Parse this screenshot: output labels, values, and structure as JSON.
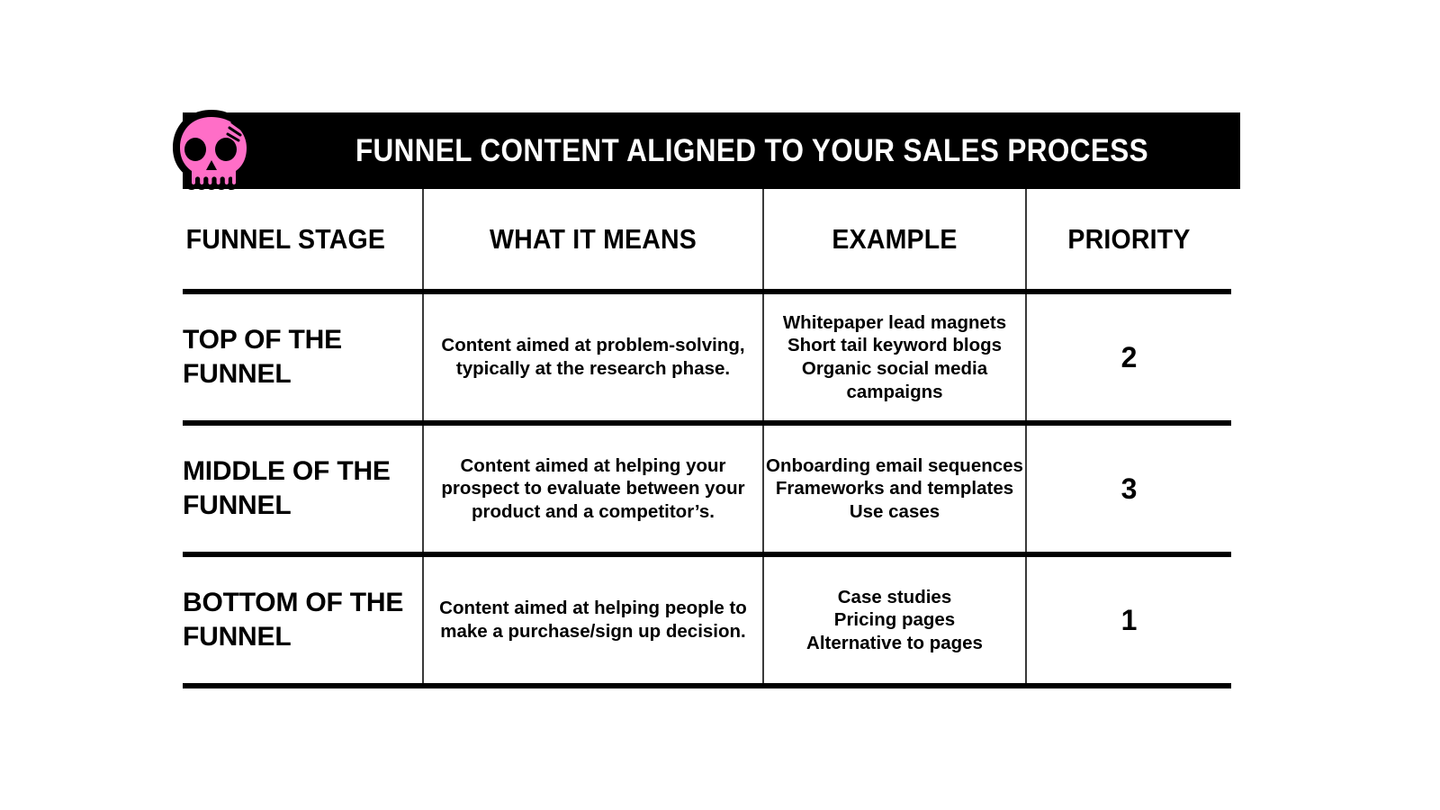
{
  "header": {
    "title": "FUNNEL CONTENT ALIGNED TO YOUR SALES PROCESS",
    "icon": "skull-icon",
    "bar_color": "#000000",
    "title_color": "#FFFFFF",
    "skull_color": "#FF6EC7",
    "skull_outline_color": "#000000"
  },
  "table": {
    "columns": [
      {
        "label": "FUNNEL STAGE"
      },
      {
        "label": "WHAT IT MEANS"
      },
      {
        "label": "EXAMPLE"
      },
      {
        "label": "PRIORITY"
      }
    ],
    "rows": [
      {
        "stage": "TOP OF THE FUNNEL",
        "meaning": "Content aimed at problem-solving, typically at the research phase.",
        "examples": [
          "Whitepaper lead magnets",
          "Short tail keyword blogs",
          "Organic social media campaigns"
        ],
        "priority": "2"
      },
      {
        "stage": "MIDDLE OF THE FUNNEL",
        "meaning": "Content aimed at helping your prospect to evaluate between your product and a competitor’s.",
        "examples": [
          "Onboarding email sequences",
          "Frameworks and templates",
          "Use cases"
        ],
        "priority": "3"
      },
      {
        "stage": "BOTTOM OF THE FUNNEL",
        "meaning": "Content aimed at helping people to make a purchase/sign up decision.",
        "examples": [
          "Case studies",
          "Pricing pages",
          "Alternative to pages"
        ],
        "priority": "1"
      }
    ]
  }
}
